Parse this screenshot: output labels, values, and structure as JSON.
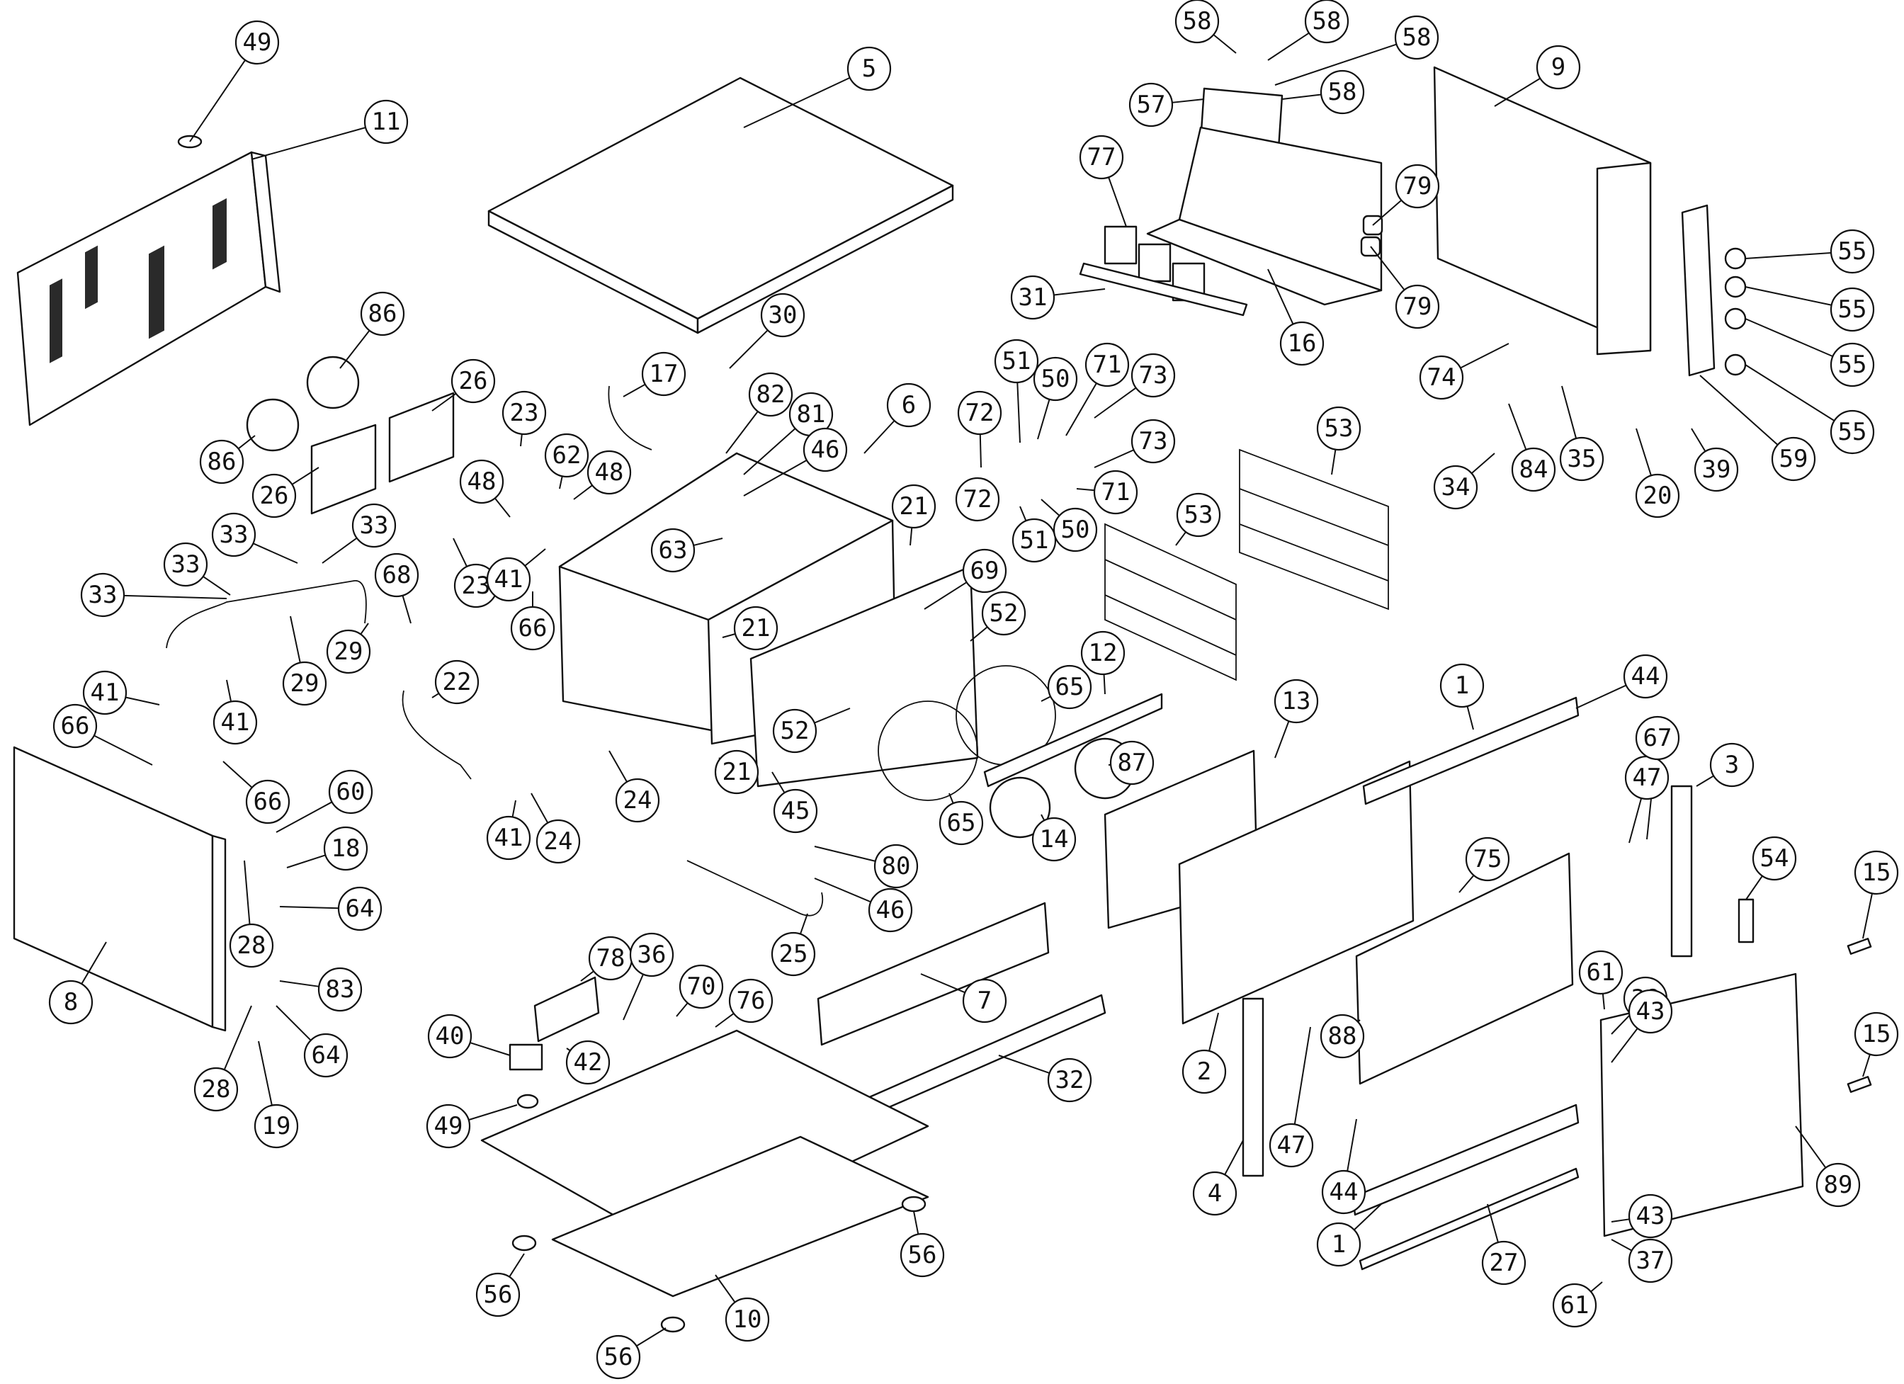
{
  "diagram": {
    "callouts": [
      {
        "label": "49"
      },
      {
        "label": "11"
      },
      {
        "label": "5"
      },
      {
        "label": "58"
      },
      {
        "label": "58"
      },
      {
        "label": "58"
      },
      {
        "label": "58"
      },
      {
        "label": "57"
      },
      {
        "label": "9"
      },
      {
        "label": "77"
      },
      {
        "label": "79"
      },
      {
        "label": "79"
      },
      {
        "label": "31"
      },
      {
        "label": "16"
      },
      {
        "label": "55"
      },
      {
        "label": "55"
      },
      {
        "label": "55"
      },
      {
        "label": "55"
      },
      {
        "label": "86"
      },
      {
        "label": "86"
      },
      {
        "label": "26"
      },
      {
        "label": "26"
      },
      {
        "label": "30"
      },
      {
        "label": "17"
      },
      {
        "label": "82"
      },
      {
        "label": "81"
      },
      {
        "label": "6"
      },
      {
        "label": "46"
      },
      {
        "label": "72"
      },
      {
        "label": "72"
      },
      {
        "label": "51"
      },
      {
        "label": "51"
      },
      {
        "label": "50"
      },
      {
        "label": "50"
      },
      {
        "label": "71"
      },
      {
        "label": "71"
      },
      {
        "label": "73"
      },
      {
        "label": "73"
      },
      {
        "label": "74"
      },
      {
        "label": "84"
      },
      {
        "label": "35"
      },
      {
        "label": "34"
      },
      {
        "label": "20"
      },
      {
        "label": "39"
      },
      {
        "label": "59"
      },
      {
        "label": "53"
      },
      {
        "label": "53"
      },
      {
        "label": "23"
      },
      {
        "label": "23"
      },
      {
        "label": "62"
      },
      {
        "label": "48"
      },
      {
        "label": "48"
      },
      {
        "label": "63"
      },
      {
        "label": "21"
      },
      {
        "label": "21"
      },
      {
        "label": "21"
      },
      {
        "label": "33"
      },
      {
        "label": "33"
      },
      {
        "label": "33"
      },
      {
        "label": "33"
      },
      {
        "label": "29"
      },
      {
        "label": "29"
      },
      {
        "label": "41"
      },
      {
        "label": "41"
      },
      {
        "label": "41"
      },
      {
        "label": "41"
      },
      {
        "label": "66"
      },
      {
        "label": "66"
      },
      {
        "label": "66"
      },
      {
        "label": "68"
      },
      {
        "label": "22"
      },
      {
        "label": "69"
      },
      {
        "label": "52"
      },
      {
        "label": "52"
      },
      {
        "label": "12"
      },
      {
        "label": "65"
      },
      {
        "label": "65"
      },
      {
        "label": "87"
      },
      {
        "label": "14"
      },
      {
        "label": "45"
      },
      {
        "label": "24"
      },
      {
        "label": "24"
      },
      {
        "label": "13"
      },
      {
        "label": "1"
      },
      {
        "label": "1"
      },
      {
        "label": "44"
      },
      {
        "label": "44"
      },
      {
        "label": "47"
      },
      {
        "label": "47"
      },
      {
        "label": "67"
      },
      {
        "label": "3"
      },
      {
        "label": "54"
      },
      {
        "label": "15"
      },
      {
        "label": "15"
      },
      {
        "label": "75"
      },
      {
        "label": "88"
      },
      {
        "label": "2"
      },
      {
        "label": "4"
      },
      {
        "label": "61"
      },
      {
        "label": "61"
      },
      {
        "label": "38"
      },
      {
        "label": "43"
      },
      {
        "label": "43"
      },
      {
        "label": "37"
      },
      {
        "label": "89"
      },
      {
        "label": "27"
      },
      {
        "label": "8"
      },
      {
        "label": "60"
      },
      {
        "label": "18"
      },
      {
        "label": "64"
      },
      {
        "label": "64"
      },
      {
        "label": "28"
      },
      {
        "label": "28"
      },
      {
        "label": "83"
      },
      {
        "label": "19"
      },
      {
        "label": "80"
      },
      {
        "label": "46"
      },
      {
        "label": "25"
      },
      {
        "label": "7"
      },
      {
        "label": "32"
      },
      {
        "label": "78"
      },
      {
        "label": "36"
      },
      {
        "label": "70"
      },
      {
        "label": "76"
      },
      {
        "label": "40"
      },
      {
        "label": "42"
      },
      {
        "label": "49"
      },
      {
        "label": "10"
      },
      {
        "label": "56"
      },
      {
        "label": "56"
      },
      {
        "label": "56"
      }
    ]
  }
}
